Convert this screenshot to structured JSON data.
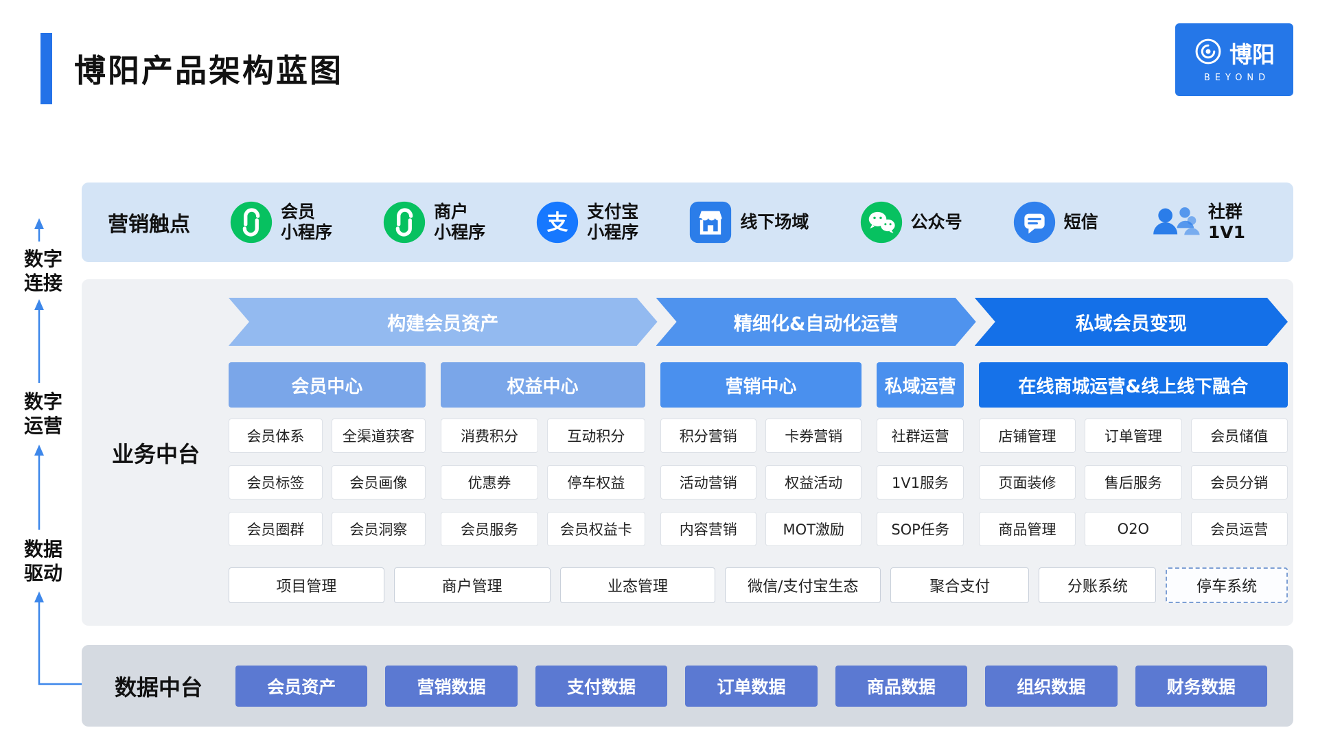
{
  "header": {
    "title": "博阳产品架构蓝图",
    "logo": {
      "name": "博阳",
      "subtitle": "BEYOND"
    }
  },
  "left_rail": {
    "labels": [
      {
        "line1": "数字",
        "line2": "连接"
      },
      {
        "line1": "数字",
        "line2": "运营"
      },
      {
        "line1": "数据",
        "line2": "驱动"
      }
    ]
  },
  "touchpoints": {
    "title": "营销触点",
    "items": [
      {
        "icon": "miniprogram-icon",
        "line1": "会员",
        "line2": "小程序"
      },
      {
        "icon": "miniprogram-icon",
        "line1": "商户",
        "line2": "小程序"
      },
      {
        "icon": "alipay-icon",
        "line1": "支付宝",
        "line2": "小程序"
      },
      {
        "icon": "store-icon",
        "line1": "线下场域",
        "line2": ""
      },
      {
        "icon": "wechat-icon",
        "line1": "公众号",
        "line2": ""
      },
      {
        "icon": "sms-icon",
        "line1": "短信",
        "line2": ""
      },
      {
        "icon": "community-icon",
        "line1": "社群",
        "line2": "1V1"
      }
    ]
  },
  "business": {
    "title": "业务中台",
    "stages": [
      {
        "label": "构建会员资产",
        "color": "#93baf0"
      },
      {
        "label": "精细化&自动化运营",
        "color": "#4f93ee"
      },
      {
        "label": "私域会员变现",
        "color": "#1470e8"
      }
    ],
    "groups": [
      {
        "header": "会员中心",
        "tone": "light",
        "rows": [
          [
            "会员体系",
            "全渠道获客"
          ],
          [
            "会员标签",
            "会员画像"
          ],
          [
            "会员圈群",
            "会员洞察"
          ]
        ]
      },
      {
        "header": "权益中心",
        "tone": "light",
        "rows": [
          [
            "消费积分",
            "互动积分"
          ],
          [
            "优惠券",
            "停车权益"
          ],
          [
            "会员服务",
            "会员权益卡"
          ]
        ]
      },
      {
        "header": "营销中心",
        "tone": "medium",
        "rows": [
          [
            "积分营销",
            "卡券营销"
          ],
          [
            "活动营销",
            "权益活动"
          ],
          [
            "内容营销",
            "MOT激励"
          ]
        ]
      },
      {
        "header": "私域运营",
        "tone": "medium",
        "rows": [
          [
            "社群运营"
          ],
          [
            "1V1服务"
          ],
          [
            "SOP任务"
          ]
        ]
      },
      {
        "header": "在线商城运营&线上线下融合",
        "tone": "dark",
        "rows": [
          [
            "店铺管理",
            "订单管理",
            "会员储值"
          ],
          [
            "页面装修",
            "售后服务",
            "会员分销"
          ],
          [
            "商品管理",
            "O2O",
            "会员运营"
          ]
        ]
      }
    ],
    "foundation": [
      {
        "label": "项目管理",
        "dashed": false
      },
      {
        "label": "商户管理",
        "dashed": false
      },
      {
        "label": "业态管理",
        "dashed": false
      },
      {
        "label": "微信/支付宝生态",
        "dashed": false
      },
      {
        "label": "聚合支付",
        "dashed": false
      },
      {
        "label": "分账系统",
        "dashed": false
      },
      {
        "label": "停车系统",
        "dashed": true
      }
    ]
  },
  "data_platform": {
    "title": "数据中台",
    "items": [
      "会员资产",
      "营销数据",
      "支付数据",
      "订单数据",
      "商品数据",
      "组织数据",
      "财务数据"
    ]
  },
  "colors": {
    "accent_blue": "#2472e8",
    "touchpoint_bg": "#d4e4f6",
    "business_bg": "#eff1f4",
    "data_section_bg": "#d5dae1",
    "stage_light": "#93baf0",
    "stage_medium": "#4f93ee",
    "stage_dark": "#1470e8",
    "header_light": "#7aa6e9",
    "header_medium": "#4a90ee",
    "header_dark": "#1672e9",
    "data_box": "#5b79d2",
    "wechat_green": "#07c160",
    "alipay_blue": "#1678ff",
    "icon_blue": "#2b7de9"
  }
}
